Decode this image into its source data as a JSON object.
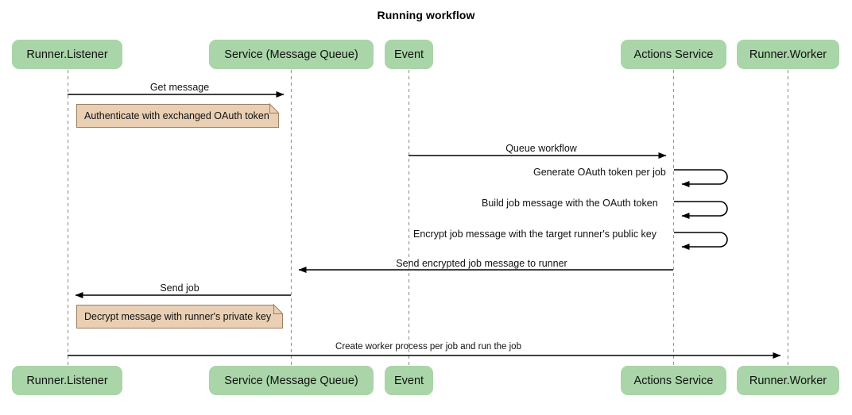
{
  "title": "Running workflow",
  "colors": {
    "participant_fill": "#a9d5a8",
    "note_fill": "#e9cfb4",
    "note_border": "#9d7f5f",
    "lifeline": "#999999",
    "arrow": "#000000",
    "background": "#ffffff"
  },
  "participants": [
    {
      "id": "runner-listener",
      "label": "Runner.Listener"
    },
    {
      "id": "service-mq",
      "label": "Service (Message Queue)"
    },
    {
      "id": "event",
      "label": "Event"
    },
    {
      "id": "actions-service",
      "label": "Actions Service"
    },
    {
      "id": "runner-worker",
      "label": "Runner.Worker"
    }
  ],
  "messages": [
    {
      "id": "get-message",
      "label": "Get message",
      "from": "runner-listener",
      "to": "service-mq",
      "direction": "right",
      "kind": "arrow"
    },
    {
      "id": "queue-workflow",
      "label": "Queue workflow",
      "from": "event",
      "to": "actions-service",
      "direction": "right",
      "kind": "arrow"
    },
    {
      "id": "generate-token",
      "label": "Generate OAuth token per job",
      "from": "actions-service",
      "to": "actions-service",
      "direction": "self",
      "kind": "self-loop"
    },
    {
      "id": "build-job-msg",
      "label": "Build job message with the OAuth token",
      "from": "actions-service",
      "to": "actions-service",
      "direction": "self",
      "kind": "self-loop"
    },
    {
      "id": "encrypt-job",
      "label": "Encrypt job message with the target runner's public key",
      "from": "actions-service",
      "to": "actions-service",
      "direction": "self",
      "kind": "self-loop"
    },
    {
      "id": "send-encrypted",
      "label": "Send encrypted job message to runner",
      "from": "actions-service",
      "to": "service-mq",
      "direction": "left",
      "kind": "arrow"
    },
    {
      "id": "send-job",
      "label": "Send job",
      "from": "service-mq",
      "to": "runner-listener",
      "direction": "left",
      "kind": "arrow"
    },
    {
      "id": "create-worker",
      "label": "Create worker process per job and run the job",
      "from": "runner-listener",
      "to": "runner-worker",
      "direction": "right",
      "kind": "arrow"
    }
  ],
  "notes": [
    {
      "id": "note-authenticate",
      "label": "Authenticate with exchanged OAuth token"
    },
    {
      "id": "note-decrypt",
      "label": "Decrypt message with runner's private key"
    }
  ]
}
